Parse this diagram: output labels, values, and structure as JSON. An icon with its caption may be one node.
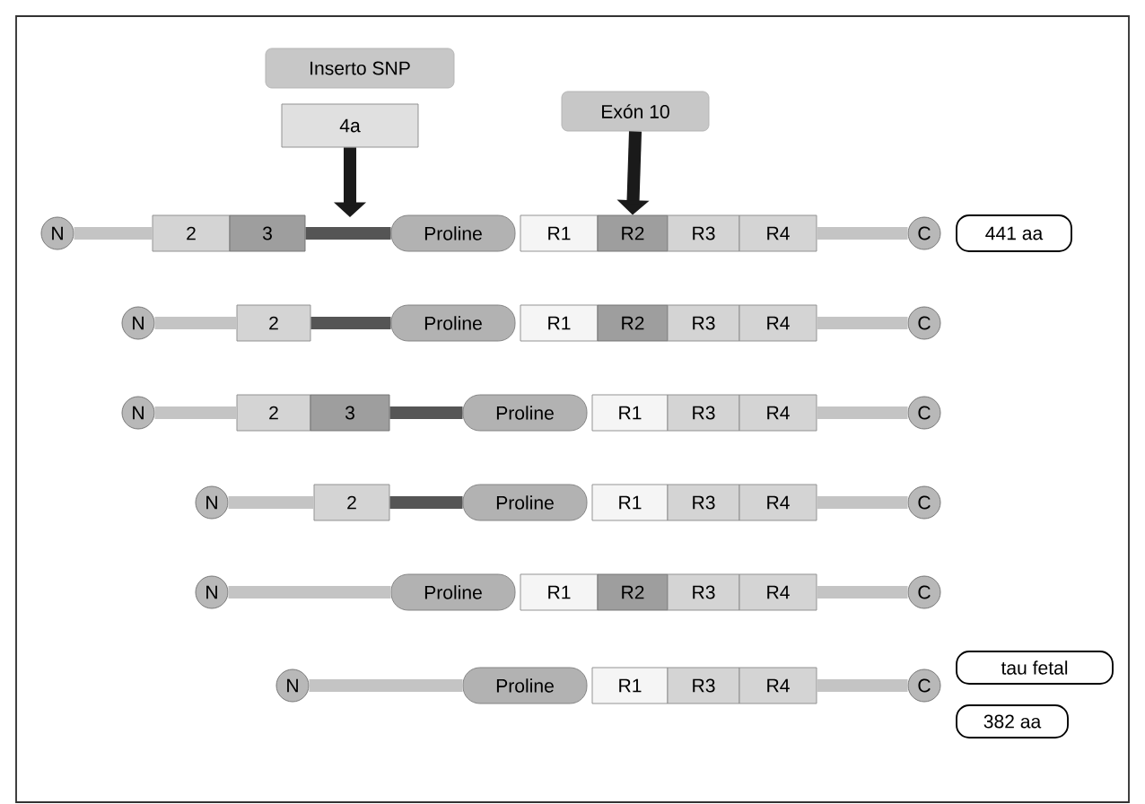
{
  "diagram": {
    "nodes": [
      {
        "text": [
          "Inserto SNP"
        ]
      },
      {
        "text": [
          "4a"
        ]
      },
      {
        "text": [
          "Exón 10"
        ]
      },
      {
        "text": [
          "N"
        ]
      },
      {
        "text": [
          "2"
        ]
      },
      {
        "text": [
          "3"
        ]
      },
      {
        "text": [
          "Proline"
        ]
      },
      {
        "text": [
          "R1"
        ]
      },
      {
        "text": [
          "R2"
        ]
      },
      {
        "text": [
          "R3"
        ]
      },
      {
        "text": [
          "R4"
        ]
      },
      {
        "text": [
          "C"
        ]
      },
      {
        "text": [
          "441 aa"
        ]
      },
      {
        "text": [
          "N"
        ]
      },
      {
        "text": [
          "2"
        ]
      },
      {
        "text": [
          "Proline"
        ]
      },
      {
        "text": [
          "R1"
        ]
      },
      {
        "text": [
          "R2"
        ]
      },
      {
        "text": [
          "R3"
        ]
      },
      {
        "text": [
          "R4"
        ]
      },
      {
        "text": [
          "C"
        ]
      },
      {
        "text": [
          "N"
        ]
      },
      {
        "text": [
          "2"
        ]
      },
      {
        "text": [
          "3"
        ]
      },
      {
        "text": [
          "Proline"
        ]
      },
      {
        "text": [
          "R1"
        ]
      },
      {
        "text": [
          "R3"
        ]
      },
      {
        "text": [
          "R4"
        ]
      },
      {
        "text": [
          "C"
        ]
      },
      {
        "text": [
          "N"
        ]
      },
      {
        "text": [
          "2"
        ]
      },
      {
        "text": [
          "Proline"
        ]
      },
      {
        "text": [
          "R1"
        ]
      },
      {
        "text": [
          "R3"
        ]
      },
      {
        "text": [
          "R4"
        ]
      },
      {
        "text": [
          "C"
        ]
      },
      {
        "text": [
          "N"
        ]
      },
      {
        "text": [
          "Proline"
        ]
      },
      {
        "text": [
          "R1"
        ]
      },
      {
        "text": [
          "R2"
        ]
      },
      {
        "text": [
          "R3"
        ]
      },
      {
        "text": [
          "R4"
        ]
      },
      {
        "text": [
          "C"
        ]
      },
      {
        "text": [
          "N"
        ]
      },
      {
        "text": [
          "Proline"
        ]
      },
      {
        "text": [
          "R1"
        ]
      },
      {
        "text": [
          "R3"
        ]
      },
      {
        "text": [
          "R4"
        ]
      },
      {
        "text": [
          "C"
        ]
      },
      {
        "text": [
          "tau fetal"
        ]
      },
      {
        "text": [
          "382 aa"
        ]
      }
    ],
    "edges": [
      {
        "from": 1,
        "to": null,
        "arrow": "to",
        "color": "#1a1a1a"
      },
      {
        "from": 2,
        "to": 8,
        "arrow": "to",
        "color": "#1a1a1a"
      },
      {
        "from": 3,
        "to": 4,
        "arrow": "none"
      },
      {
        "from": 5,
        "to": 6,
        "arrow": "none",
        "color": "#555555"
      },
      {
        "from": 10,
        "to": 11,
        "arrow": "none"
      },
      {
        "from": 13,
        "to": 14,
        "arrow": "none"
      },
      {
        "from": 14,
        "to": 15,
        "arrow": "none",
        "color": "#555555"
      },
      {
        "from": 19,
        "to": 20,
        "arrow": "none"
      },
      {
        "from": 21,
        "to": 22,
        "arrow": "none"
      },
      {
        "from": 23,
        "to": 24,
        "arrow": "none",
        "color": "#555555"
      },
      {
        "from": 27,
        "to": 28,
        "arrow": "none"
      },
      {
        "from": 29,
        "to": 30,
        "arrow": "none"
      },
      {
        "from": 30,
        "to": 31,
        "arrow": "none",
        "color": "#555555"
      },
      {
        "from": 34,
        "to": 35,
        "arrow": "none"
      },
      {
        "from": 36,
        "to": 37,
        "arrow": "none"
      },
      {
        "from": 41,
        "to": 42,
        "arrow": "none"
      },
      {
        "from": 43,
        "to": 44,
        "arrow": "none"
      },
      {
        "from": 47,
        "to": 48,
        "arrow": "none"
      }
    ]
  }
}
